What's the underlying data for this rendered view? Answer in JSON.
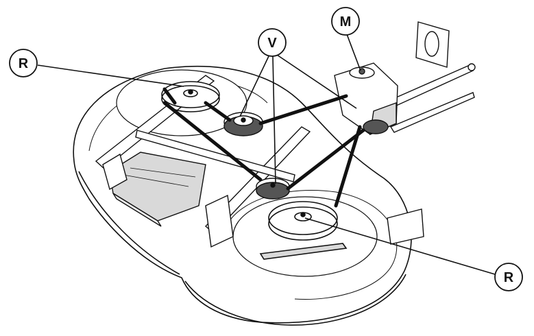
{
  "labels": {
    "pulley_left": "R",
    "belt_group": "V",
    "motor_gearbox": "M",
    "pulley_right": "R"
  },
  "colors": {
    "line": "#111111",
    "fill": "#ffffff",
    "shade": "#d9d9d9",
    "dark": "#555555"
  }
}
